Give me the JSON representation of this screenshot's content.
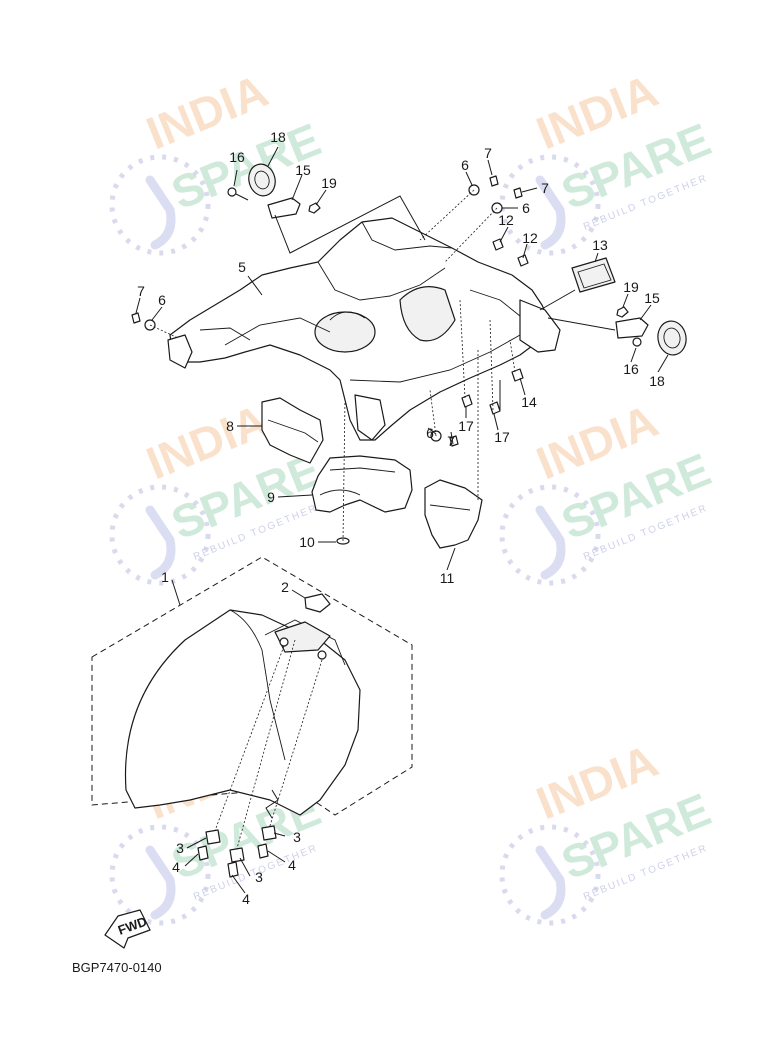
{
  "diagram_code": "BGP7470-0140",
  "fwd_label": "FWD",
  "watermark": {
    "line1": "INDIA",
    "line2": "SPARE",
    "tagline": "REBUILD TOGETHER"
  },
  "callouts": {
    "c1": "1",
    "c2": "2",
    "c3a": "3",
    "c3b": "3",
    "c3c": "3",
    "c4a": "4",
    "c4b": "4",
    "c4c": "4",
    "c5": "5",
    "c6a": "6",
    "c6b": "6",
    "c6c": "6",
    "c6d": "6",
    "c7a": "7",
    "c7b": "7",
    "c7c": "7",
    "c7d": "7",
    "c8": "8",
    "c9": "9",
    "c10": "10",
    "c11": "11",
    "c12a": "12",
    "c12b": "12",
    "c13": "13",
    "c14": "14",
    "c15a": "15",
    "c15b": "15",
    "c16a": "16",
    "c16b": "16",
    "c17a": "17",
    "c17b": "17",
    "c18a": "18",
    "c18b": "18",
    "c19a": "19",
    "c19b": "19"
  }
}
